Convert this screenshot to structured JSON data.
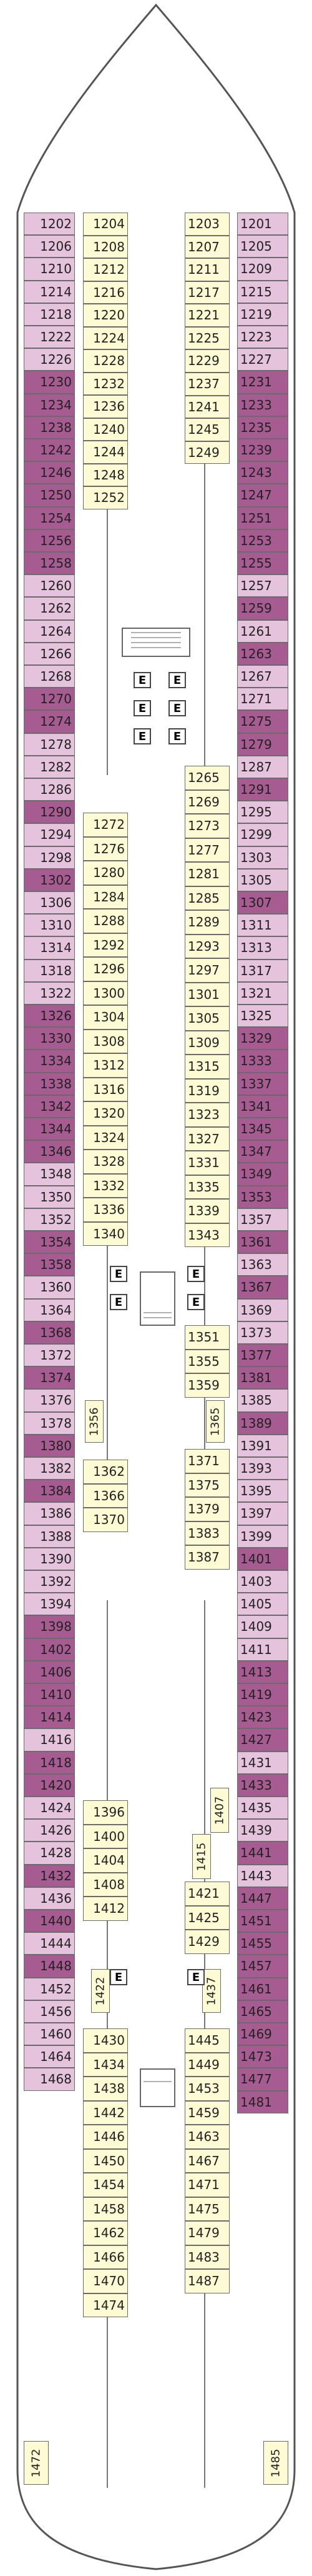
{
  "colors": {
    "balcony": "#e5c3dc",
    "suite": "#a65c91",
    "interior": "#fdfbd3",
    "hull": "#555555"
  },
  "legend_symbols": {
    "●": "accessible-bed-symbol",
    "■": "sofa-bed-symbol",
    "⬍": "connecting-symbol"
  },
  "elevator_label": "E",
  "cabins": {
    "outer_left": [
      "1202",
      "1206",
      "1210",
      "1214",
      "1218",
      "1222",
      "1226",
      "1230",
      "1234",
      "1238",
      "1242",
      "1246",
      "1250",
      "1254",
      "1256",
      "1258",
      "1260",
      "1262",
      "1264",
      "1266",
      "1268",
      "1270",
      "1274",
      "1278",
      "1282",
      "1286",
      "1290",
      "1294",
      "1298",
      "1302",
      "1306",
      "1310",
      "1314",
      "1318",
      "1322",
      "1326",
      "1330",
      "1334",
      "1338",
      "1342",
      "1344",
      "1346",
      "1348",
      "1350",
      "1352",
      "1354",
      "1358",
      "1360",
      "1364",
      "1368",
      "1372",
      "1374",
      "1376",
      "1378",
      "1380",
      "1382",
      "1384",
      "1386",
      "1388",
      "1390",
      "1392",
      "1394",
      "1398",
      "1402",
      "1406",
      "1410",
      "1414",
      "1416",
      "1418",
      "1420",
      "1424",
      "1426",
      "1428",
      "1432",
      "1436",
      "1440",
      "1444",
      "1448",
      "1452",
      "1456",
      "1460",
      "1464",
      "1468"
    ],
    "outer_right": [
      "1201",
      "1205",
      "1209",
      "1215",
      "1219",
      "1223",
      "1227",
      "1231",
      "1233",
      "1235",
      "1239",
      "1243",
      "1247",
      "1251",
      "1253",
      "1255",
      "1257",
      "1259",
      "1261",
      "1263",
      "1267",
      "1271",
      "1275",
      "1279",
      "1287",
      "1291",
      "1295",
      "1299",
      "1303",
      "1305",
      "1307",
      "1311",
      "1313",
      "1317",
      "1321",
      "1325",
      "1329",
      "1333",
      "1337",
      "1341",
      "1345",
      "1347",
      "1349",
      "1353",
      "1357",
      "1361",
      "1363",
      "1367",
      "1369",
      "1373",
      "1377",
      "1381",
      "1385",
      "1389",
      "1391",
      "1393",
      "1395",
      "1397",
      "1399",
      "1401",
      "1403",
      "1405",
      "1409",
      "1411",
      "1413",
      "1419",
      "1423",
      "1427",
      "1431",
      "1433",
      "1435",
      "1439",
      "1441",
      "1443",
      "1447",
      "1451",
      "1455",
      "1457",
      "1461",
      "1465",
      "1469",
      "1473",
      "1477",
      "1481"
    ],
    "inner_left_top": [
      "1204",
      "1208",
      "1212",
      "1216",
      "1220",
      "1224",
      "1228",
      "1232",
      "1236",
      "1240",
      "1244",
      "1248",
      "1252"
    ],
    "inner_right_top": [
      "1203",
      "1207",
      "1211",
      "1217",
      "1221",
      "1225",
      "1229",
      "1237",
      "1241",
      "1245",
      "1249"
    ],
    "inner_left_mid": [
      "1272",
      "1276",
      "1280",
      "1284",
      "1288",
      "1292",
      "1296",
      "1300",
      "1304",
      "1308",
      "1312",
      "1316",
      "1320",
      "1324",
      "1328",
      "1332",
      "1336",
      "1340"
    ],
    "inner_right_mid": [
      "1265",
      "1269",
      "1273",
      "1277",
      "1281",
      "1285",
      "1289",
      "1293",
      "1297",
      "1301",
      "1305",
      "1309",
      "1315",
      "1319",
      "1323",
      "1327",
      "1331",
      "1335",
      "1339",
      "1343"
    ],
    "inner_left_mid2": [
      "1362",
      "1366",
      "1370"
    ],
    "inner_right_mid2_top": [
      "1351",
      "1355",
      "1359"
    ],
    "inner_right_mid2": [
      "1371",
      "1375",
      "1379",
      "1383",
      "1387"
    ],
    "inner_left_low": [
      "1396",
      "1400",
      "1404",
      "1408",
      "1412"
    ],
    "inner_right_low": [
      "1421",
      "1425",
      "1429"
    ],
    "inner_left_bot": [
      "1430",
      "1434",
      "1438",
      "1442",
      "1446",
      "1450",
      "1454",
      "1458",
      "1462",
      "1466",
      "1470",
      "1474"
    ],
    "inner_right_bot": [
      "1445",
      "1449",
      "1453",
      "1459",
      "1463",
      "1467",
      "1471",
      "1475",
      "1479",
      "1483",
      "1487"
    ],
    "vertical": {
      "v1356": "1356",
      "v1365": "1365",
      "v1407": "1407",
      "v1415": "1415",
      "v1422": "1422",
      "v1437": "1437",
      "v1472": "1472",
      "v1485": "1485"
    }
  }
}
